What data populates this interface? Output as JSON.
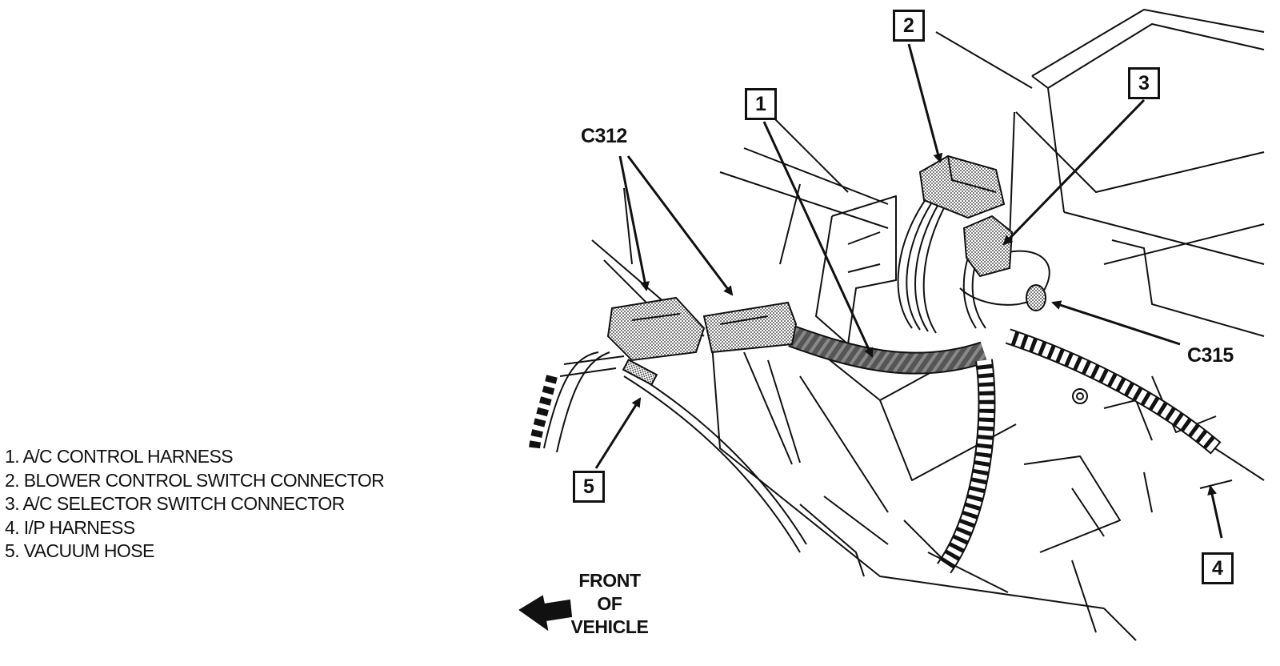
{
  "legend": {
    "items": [
      "1. A/C CONTROL HARNESS",
      "2. BLOWER CONTROL SWITCH CONNECTOR",
      "3. A/C SELECTOR SWITCH CONNECTOR",
      "4. I/P HARNESS",
      "5. VACUUM HOSE"
    ]
  },
  "callouts": {
    "c1": "1",
    "c2": "2",
    "c3": "3",
    "c4": "4",
    "c5": "5"
  },
  "connectors": {
    "c312": "C312",
    "c315": "C315"
  },
  "direction": {
    "line1": "FRONT",
    "line2": "OF",
    "line3": "VEHICLE"
  }
}
